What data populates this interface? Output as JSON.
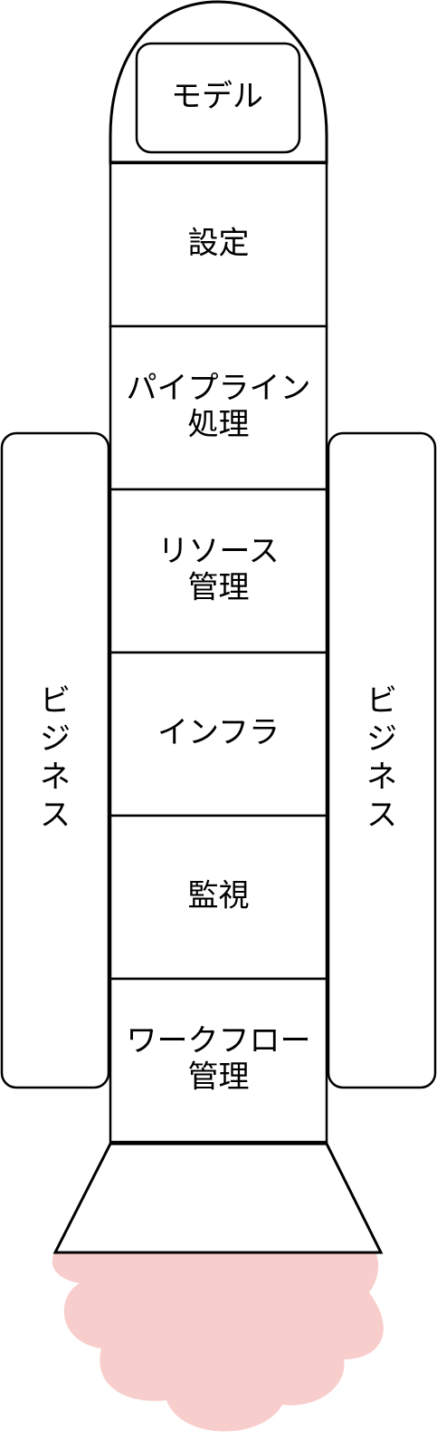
{
  "colors": {
    "stroke": "#000000",
    "fill": "#ffffff",
    "exhaust": "#f8cecc"
  },
  "nose": {
    "label": "モデル"
  },
  "stages": [
    {
      "lines": [
        "設定"
      ]
    },
    {
      "lines": [
        "パイプライン",
        "処理"
      ]
    },
    {
      "lines": [
        "リソース",
        "管理"
      ]
    },
    {
      "lines": [
        "インフラ"
      ]
    },
    {
      "lines": [
        "監視"
      ]
    },
    {
      "lines": [
        "ワークフロー",
        "管理"
      ]
    }
  ],
  "boosters": {
    "left": [
      "ビ",
      "ジ",
      "ネ",
      "ス"
    ],
    "right": [
      "ビ",
      "ジ",
      "ネ",
      "ス"
    ]
  }
}
